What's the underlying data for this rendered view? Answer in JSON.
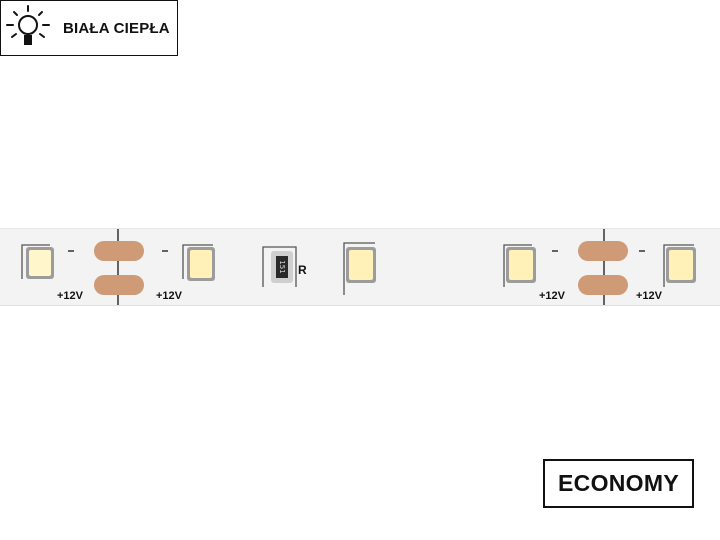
{
  "badge": {
    "icon": "lightbulb-icon",
    "label": "BIAŁA CIEPŁA"
  },
  "strip": {
    "voltage_label": "+12V",
    "resistor_code": "151",
    "resistor_mark": "R"
  },
  "tier": {
    "label": "ECONOMY"
  },
  "colors": {
    "strip": "#f3f3f3",
    "copper_pad": "#cf9a76",
    "led_phosphor": "#fff6cc",
    "ink": "#111111"
  }
}
